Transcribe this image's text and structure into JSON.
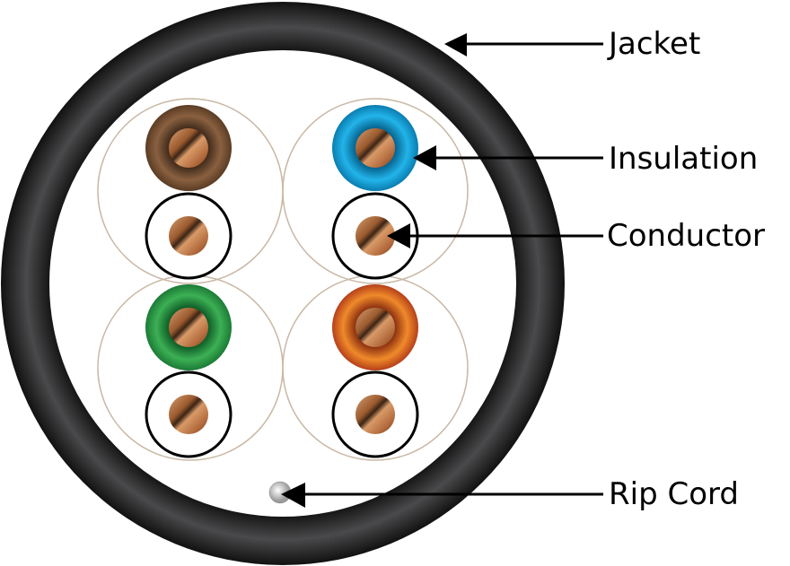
{
  "diagram": {
    "title": "Cable cross-section",
    "labels": {
      "jacket": "Jacket",
      "insulation": "Insulation",
      "conductor": "Conductor",
      "rip_cord": "Rip Cord"
    },
    "colors": {
      "jacket": "#2a2a2b",
      "pair_outline": "#c9b9a6",
      "copper": "#b5713f",
      "brown": "#7a5233",
      "blue": "#1aa5dc",
      "green": "#2a9a45",
      "orange": "#e8701f",
      "white_insulation_stroke": "#000000",
      "rip_cord": "#d9d9d9"
    },
    "pairs": [
      {
        "name": "brown-pair",
        "color": "brown"
      },
      {
        "name": "blue-pair",
        "color": "blue"
      },
      {
        "name": "green-pair",
        "color": "green"
      },
      {
        "name": "orange-pair",
        "color": "orange"
      }
    ]
  }
}
